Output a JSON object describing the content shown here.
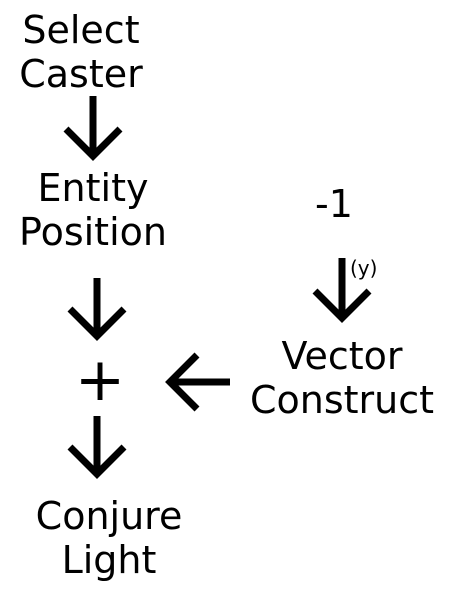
{
  "nodes": {
    "select_caster": {
      "line1": "Select",
      "line2": "Caster"
    },
    "entity_position": {
      "line1": "Entity",
      "line2": "Position"
    },
    "constant": {
      "text": "-1"
    },
    "vector_construct": {
      "line1": "Vector",
      "line2": "Construct"
    },
    "add": {
      "symbol": "+"
    },
    "conjure_light": {
      "line1": "Conjure",
      "line2": "Light"
    }
  },
  "edges": {
    "constant_port_label": "(y)"
  }
}
